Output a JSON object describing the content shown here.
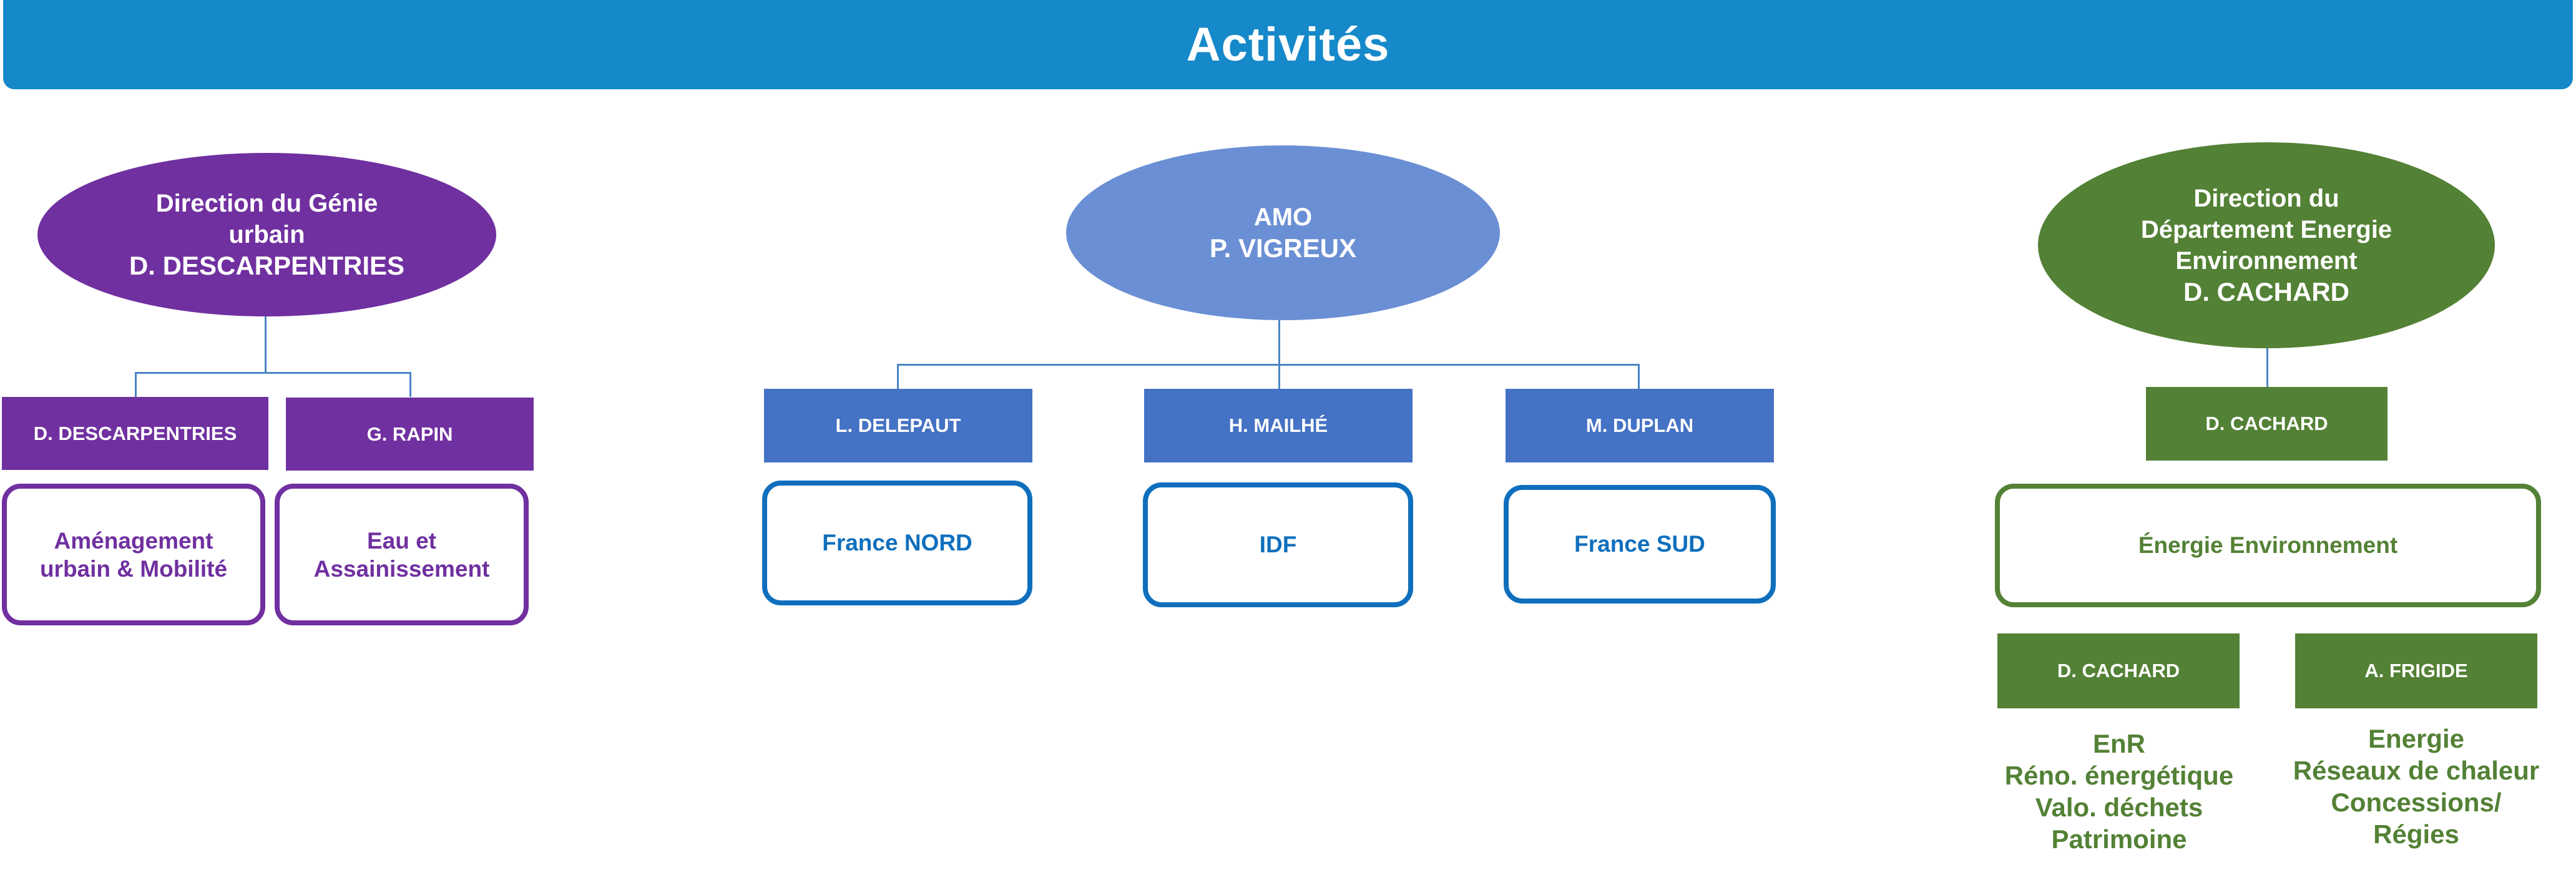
{
  "header": {
    "title": "Activités"
  },
  "colors": {
    "header": "#1589c9",
    "genie_urbain": "#7030a0",
    "amo": "#4472c4",
    "amo_ellipse": "#6b8fd4",
    "amo_border": "#0f6fbd",
    "energie": "#538135",
    "connector": "#4a86c5"
  },
  "genie_urbain": {
    "head_lines": [
      "Direction du Génie",
      "urbain",
      "D. DESCARPENTRIES"
    ],
    "members": [
      {
        "name": "D. DESCARPENTRIES",
        "activity_lines": [
          "Aménagement",
          "urbain & Mobilité"
        ]
      },
      {
        "name": "G. RAPIN",
        "activity_lines": [
          "Eau et",
          "Assainissement"
        ]
      }
    ]
  },
  "amo": {
    "head_lines": [
      "AMO",
      "P. VIGREUX"
    ],
    "members": [
      {
        "name": "L. DELEPAUT",
        "activity": "France NORD"
      },
      {
        "name": "H. MAILHÉ",
        "activity": "IDF"
      },
      {
        "name": "M. DUPLAN",
        "activity": "France SUD"
      }
    ]
  },
  "energie": {
    "head_lines": [
      "Direction du",
      "Département Energie",
      "Environnement",
      "D. CACHARD"
    ],
    "lead": {
      "name": "D. CACHARD",
      "activity": "Énergie Environnement"
    },
    "members": [
      {
        "name": "D. CACHARD",
        "activity_lines": [
          "EnR",
          "Réno. énergétique",
          "Valo. déchets",
          "Patrimoine"
        ]
      },
      {
        "name": "A. FRIGIDE",
        "activity_lines": [
          "Energie",
          "Réseaux de chaleur",
          "Concessions/",
          "Régies"
        ]
      }
    ]
  }
}
